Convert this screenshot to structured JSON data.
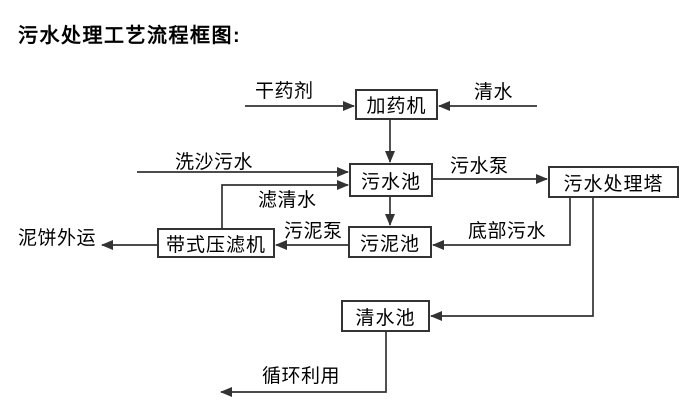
{
  "title": "污水处理工艺流程框图:",
  "diagram_type": "flowchart",
  "colors": {
    "line": "#333333",
    "text": "#000000",
    "node_fill": "#ffffff",
    "background": "#ffffff"
  },
  "nodes": [
    {
      "id": "dosing-machine",
      "label": "加药机"
    },
    {
      "id": "sewage-pool",
      "label": "污水池"
    },
    {
      "id": "sewage-treatment-tower",
      "label": "污水处理塔"
    },
    {
      "id": "sludge-pool",
      "label": "污泥池"
    },
    {
      "id": "belt-filter-press",
      "label": "带式压滤机"
    },
    {
      "id": "clean-water-pool",
      "label": "清水池"
    }
  ],
  "edge_labels": [
    {
      "id": "dry-agent",
      "text": "干药剂"
    },
    {
      "id": "clean-water",
      "text": "清水"
    },
    {
      "id": "sand-washing-sewage",
      "text": "洗沙污水"
    },
    {
      "id": "sewage-pump",
      "text": "污水泵"
    },
    {
      "id": "filtered-water",
      "text": "滤清水"
    },
    {
      "id": "sludge-pump",
      "text": "污泥泵"
    },
    {
      "id": "bottom-sewage",
      "text": "底部污水"
    },
    {
      "id": "mud-cake-outbound",
      "text": "泥饼外运"
    },
    {
      "id": "recycle-use",
      "text": "循环利用"
    }
  ],
  "edges": [
    {
      "from": "external",
      "to": "加药机",
      "label": "干药剂"
    },
    {
      "from": "external",
      "to": "加药机",
      "label": "清水"
    },
    {
      "from": "加药机",
      "to": "污水池",
      "label": ""
    },
    {
      "from": "external",
      "to": "污水池",
      "label": "洗沙污水"
    },
    {
      "from": "带式压滤机",
      "to": "污水池",
      "label": "滤清水"
    },
    {
      "from": "污水池",
      "to": "污水处理塔",
      "label": "污水泵"
    },
    {
      "from": "污水池",
      "to": "污泥池",
      "label": ""
    },
    {
      "from": "污水处理塔",
      "to": "污泥池",
      "label": "底部污水"
    },
    {
      "from": "污泥池",
      "to": "带式压滤机",
      "label": "污泥泵"
    },
    {
      "from": "带式压滤机",
      "to": "external",
      "label": "泥饼外运"
    },
    {
      "from": "污水处理塔",
      "to": "清水池",
      "label": ""
    },
    {
      "from": "清水池",
      "to": "external",
      "label": "循环利用"
    }
  ]
}
